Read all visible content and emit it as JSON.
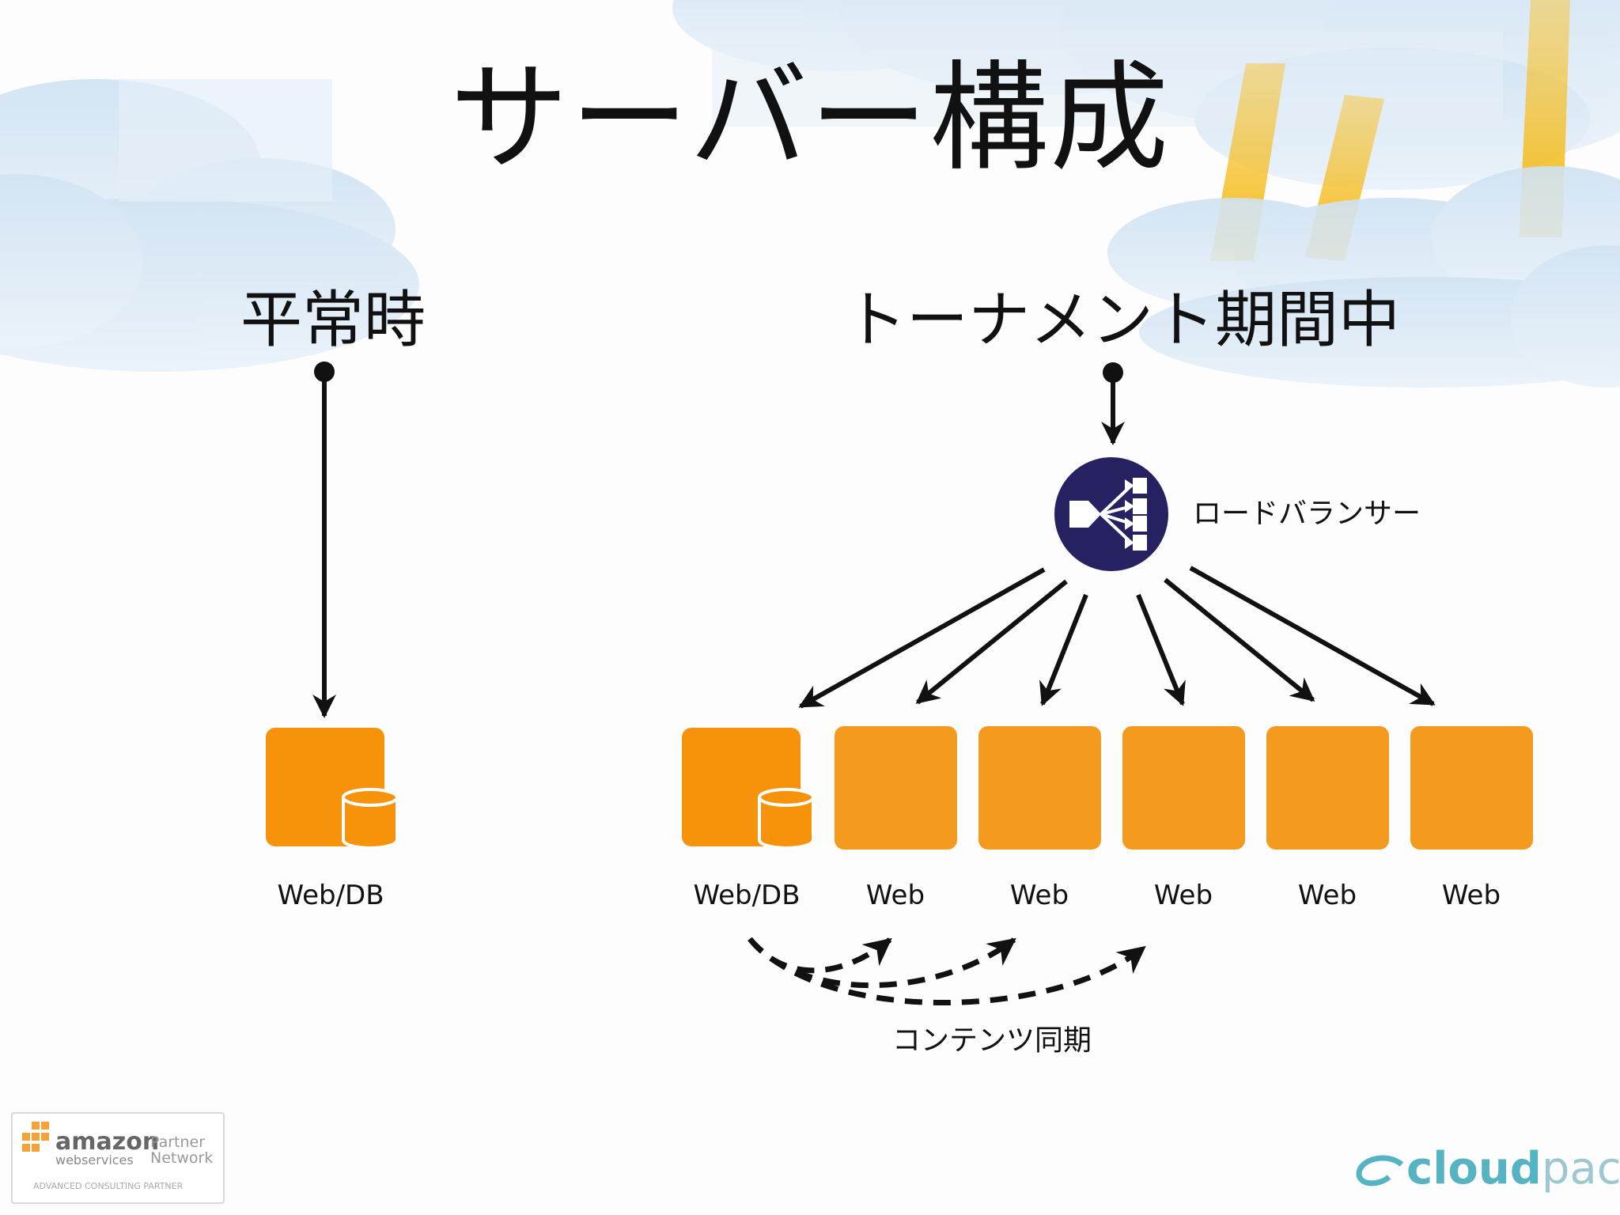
{
  "title": "サーバー構成",
  "normal": {
    "heading": "平常時",
    "server_label": "Web/DB"
  },
  "tournament": {
    "heading": "トーナメント期間中",
    "load_balancer_label": "ロードバランサー",
    "servers": [
      "Web/DB",
      "Web",
      "Web",
      "Web",
      "Web",
      "Web"
    ],
    "sync_label": "コンテンツ同期"
  },
  "logos": {
    "aws_word": "amazon",
    "aws_sub": "webservices",
    "aws_partner": "Partner Network",
    "aws_advanced": "ADVANCED CONSULTING PARTNER",
    "cloudpack_strong": "cloud",
    "cloudpack_light": "pack"
  },
  "colors": {
    "server_orange": "#f39a1f",
    "webdb_orange": "#f7930a",
    "load_balancer": "#262262",
    "arrow": "#111111"
  }
}
